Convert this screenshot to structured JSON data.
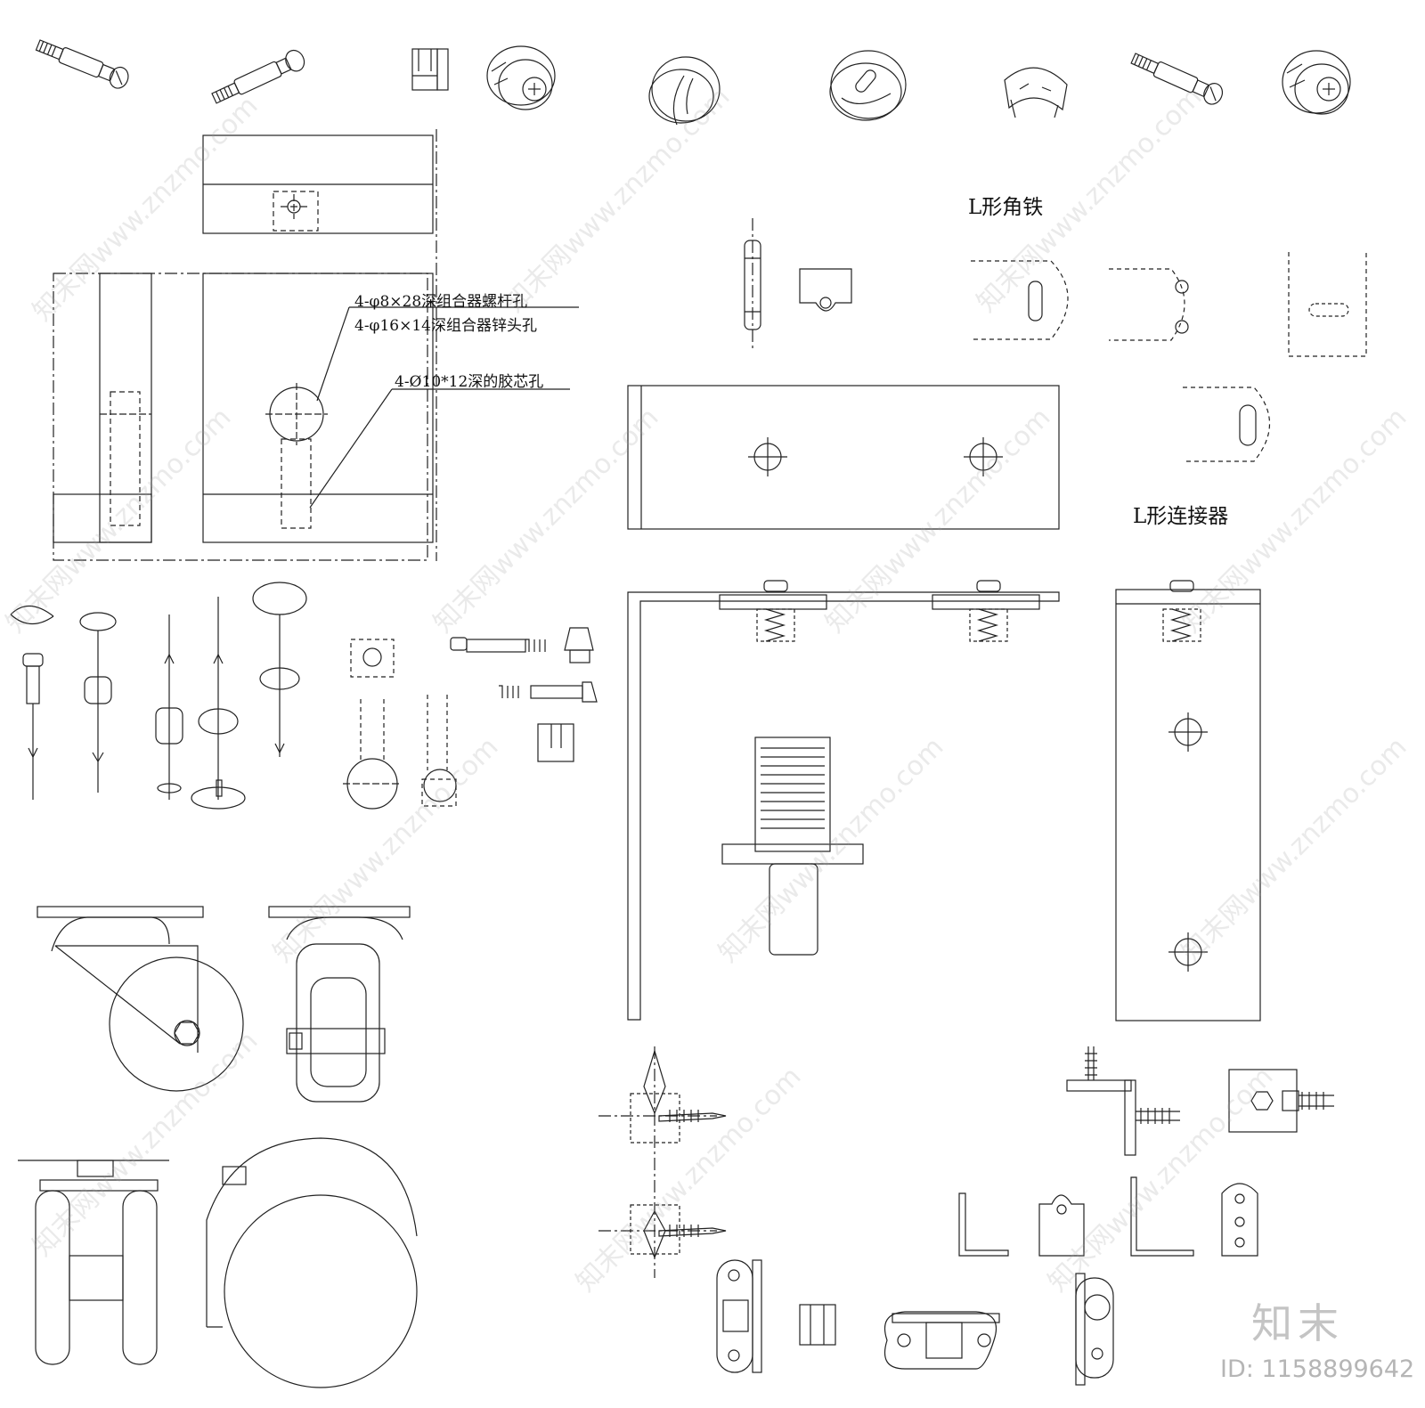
{
  "labels": {
    "l_angle_iron": "L形角铁",
    "l_connector": "L形连接器",
    "hole_note_1": "4-φ8×28深组合器螺杆孔",
    "hole_note_2": "4-φ16×14深组合器锌头孔",
    "hole_note_3": "4-Ø10*12深的胶芯孔"
  },
  "watermark": {
    "brand": "知末",
    "id_text": "ID: 1158899642",
    "tiled_text": "知末网www.znzmo.com"
  }
}
